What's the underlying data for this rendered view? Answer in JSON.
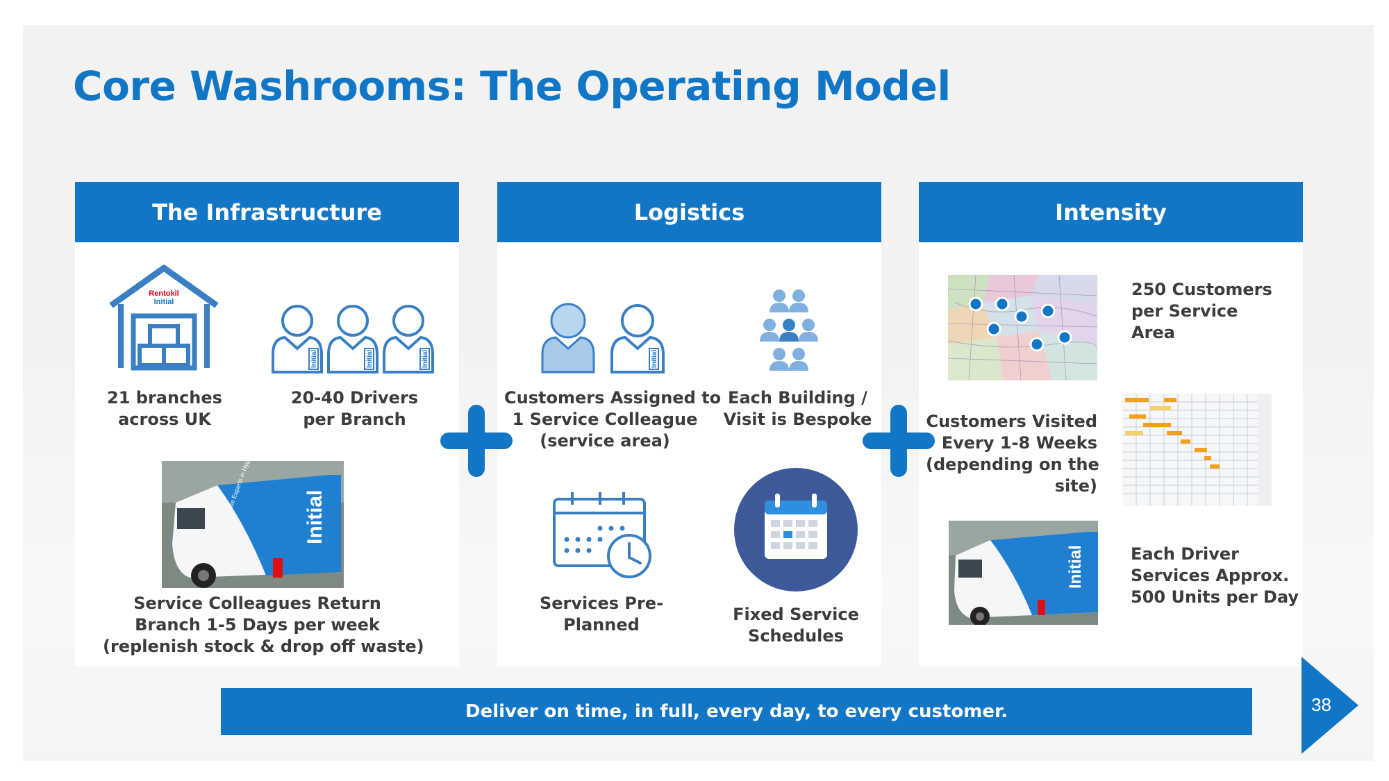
{
  "slide": {
    "title": "Core Washrooms: The Operating Model",
    "page_number": "38",
    "footer_banner": "Deliver on time, in full, every day, to every customer."
  },
  "brand": {
    "accent": "#1276c6",
    "icon_blue": "#3a7fc4",
    "icon_light": "#a7c9ea",
    "logo_red": "#e3001b",
    "text_dark": "#3c3c3c"
  },
  "panels": {
    "infrastructure": {
      "header": "The Infrastructure",
      "warehouse_logo_line1": "Rentokil",
      "warehouse_logo_line2": "Initial",
      "driver_badge": "Initial",
      "branches": [
        "21 branches",
        "across UK"
      ],
      "drivers": [
        "20-40 Drivers",
        "per Branch"
      ],
      "van_text_brand": "Initial",
      "van_tagline": "The Experts in Hygiene",
      "return": [
        "Service Colleagues Return",
        "Branch 1-5 Days per week",
        "(replenish stock & drop off waste)"
      ]
    },
    "logistics": {
      "header": "Logistics",
      "assigned": [
        "Customers Assigned to",
        "1 Service Colleague",
        "(service area)"
      ],
      "bespoke": [
        "Each Building /",
        "Visit is Bespoke"
      ],
      "preplanned": [
        "Services Pre-",
        "Planned"
      ],
      "schedules": [
        "Fixed Service",
        "Schedules"
      ]
    },
    "intensity": {
      "header": "Intensity",
      "customers_area": [
        "250 Customers",
        "per Service",
        "Area"
      ],
      "visited": [
        "Customers Visited",
        "Every 1-8 Weeks",
        "(depending on the",
        "site)"
      ],
      "driver_units": [
        "Each Driver",
        "Services Approx.",
        "500 Units per Day"
      ]
    }
  },
  "icons": [
    "warehouse-icon",
    "driver-icon",
    "customer-icon",
    "people-group-icon",
    "calendar-clock-icon",
    "calendar-badge-icon",
    "map-image",
    "gantt-chart-image",
    "van-photo",
    "plus-icon",
    "chevron-right-icon"
  ]
}
